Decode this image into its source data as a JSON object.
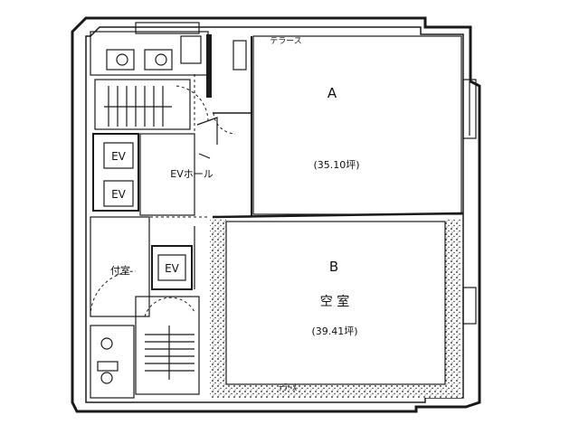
{
  "plan": {
    "rooms": [
      {
        "id": "A",
        "label": "A",
        "area": "(35.10坪)"
      },
      {
        "id": "B",
        "label": "B",
        "status": "空 室",
        "area": "(39.41坪)"
      }
    ],
    "labels": {
      "terrace_top": "テラース",
      "terrace_bottom": "ﾃﾗｰｽ",
      "ev_hall": "EVホール",
      "office_room": "付室",
      "ev": "EV"
    },
    "colors": {
      "line": "#1a1a1a",
      "background": "#ffffff"
    }
  }
}
